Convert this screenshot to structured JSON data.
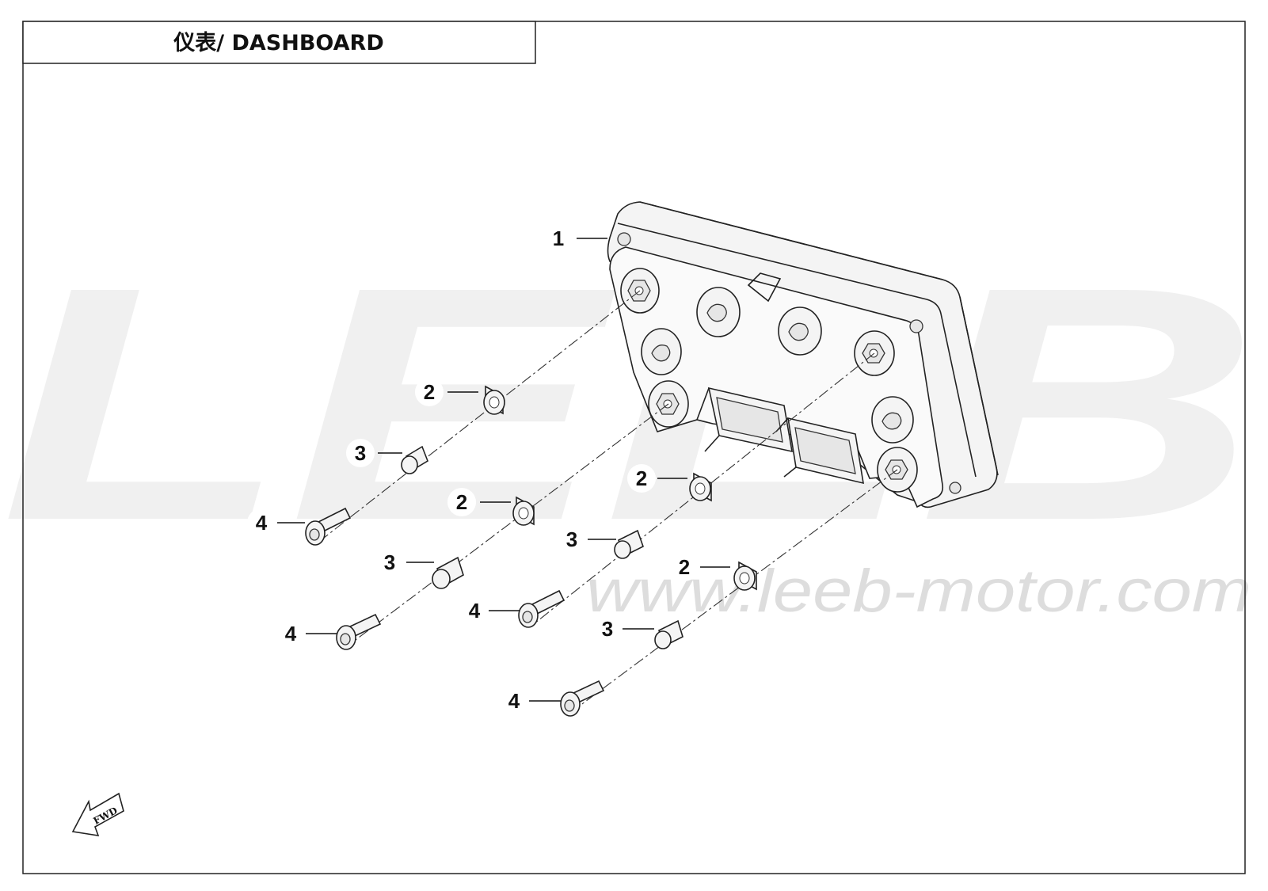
{
  "header": {
    "title": "仪表/ DASHBOARD"
  },
  "watermark": {
    "brand": "LEEB",
    "url": "www.leeb-motor.com"
  },
  "fwd_marker": {
    "label": "FWD"
  },
  "callouts": [
    {
      "number": "1"
    },
    {
      "number": "2"
    },
    {
      "number": "2"
    },
    {
      "number": "2"
    },
    {
      "number": "2"
    },
    {
      "number": "3"
    },
    {
      "number": "3"
    },
    {
      "number": "3"
    },
    {
      "number": "3"
    },
    {
      "number": "4"
    },
    {
      "number": "4"
    },
    {
      "number": "4"
    },
    {
      "number": "4"
    }
  ],
  "colors": {
    "line": "#222222",
    "watermark": "#f0f0f0",
    "background": "#ffffff"
  }
}
